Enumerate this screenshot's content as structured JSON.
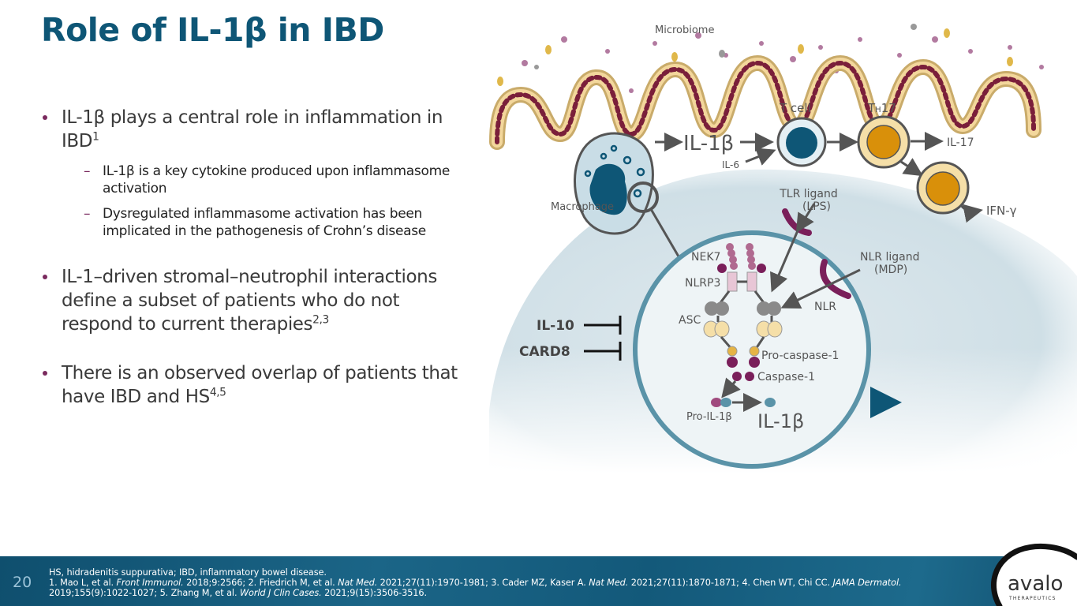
{
  "slide": {
    "title": "Role of IL-1β in IBD",
    "page_number": "20"
  },
  "bullets": [
    {
      "text": "IL-1β plays a central role in inflammation in IBD",
      "sup": "1",
      "sub": [
        "IL-1β is a key cytokine produced upon inflammasome activation",
        "Dysregulated inflammasome activation has been implicated in the pathogenesis of Crohn’s disease"
      ]
    },
    {
      "text": "IL-1–driven stromal–neutrophil interactions define a subset of patients who do not respond to current therapies",
      "sup": "2,3"
    },
    {
      "text": "There is an observed overlap of patients that have IBD and HS",
      "sup": "4,5"
    }
  ],
  "diagram": {
    "labels": {
      "microbiome": "Microbiome",
      "il1b_top": "IL-1β",
      "tcell": "T cell",
      "th17_main": "T",
      "th17_sub": "H",
      "th17_num": "17",
      "il17": "IL-17",
      "il6": "IL-6",
      "ifng": "IFN-γ",
      "macrophage": "Macrophage",
      "tlr_ligand_1": "TLR ligand",
      "tlr_ligand_2": "(LPS)",
      "nlr_ligand_1": "NLR ligand",
      "nlr_ligand_2": "(MDP)",
      "nlr": "NLR",
      "nek7": "NEK7",
      "nlrp3": "NLRP3",
      "asc": "ASC",
      "il10": "IL-10",
      "card8": "CARD8",
      "pro_caspase": "Pro-caspase-1",
      "caspase": "Caspase-1",
      "pro_il1b": "Pro-IL-1β",
      "il1b_bottom": "IL-1β"
    },
    "colors": {
      "teal_dark": "#0e5676",
      "circle_border": "#5a93a8",
      "purple": "#7a1f5a",
      "gold": "#d9900a",
      "cream": "#f5dfa8",
      "grey": "#555555"
    }
  },
  "footer": {
    "abbrev": "HS, hidradenitis suppurativa; IBD, inflammatory bowel disease.",
    "refs": [
      {
        "t": "1. Mao L, et al. "
      },
      {
        "i": "Front Immunol."
      },
      {
        "t": " 2018;9:2566; 2. Friedrich M, et al. "
      },
      {
        "i": "Nat Med."
      },
      {
        "t": " 2021;27(11):1970-1981; 3. Cader MZ, Kaser A. "
      },
      {
        "i": "Nat Med."
      },
      {
        "t": " 2021;27(11):1870-1871; 4. Chen WT, Chi CC. "
      },
      {
        "i": "JAMA Dermatol."
      }
    ],
    "refs_line2": [
      {
        "t": "2019;155(9):1022-1027; 5. Zhang M, et al. "
      },
      {
        "i": "World J Clin Cases."
      },
      {
        "t": " 2021;9(15):3506-3516."
      }
    ]
  },
  "logo": {
    "name": "avalo",
    "tagline": "THERAPEUTICS"
  }
}
